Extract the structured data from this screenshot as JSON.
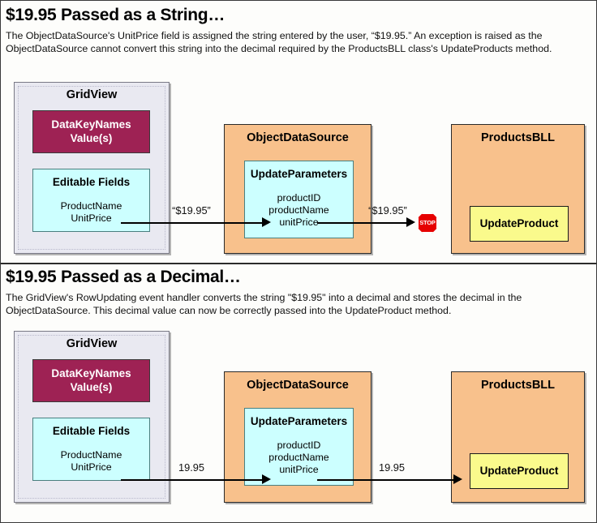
{
  "sections": [
    {
      "id": "string-case",
      "title": "$19.95 Passed as a String…",
      "description": "The ObjectDataSource's UnitPrice field is assigned the string entered by the user, “$19.95.” An exception is raised as the ObjectDataSource cannot convert this string into the decimal required by the ProductsBLL class's UpdateProducts method.",
      "gridview": {
        "title": "GridView",
        "datakeys": {
          "line1": "DataKeyNames",
          "line2": "Value(s)"
        },
        "editable": {
          "title": "Editable Fields",
          "fields": [
            "ProductName",
            "UnitPrice"
          ]
        }
      },
      "objectdatasource": {
        "title": "ObjectDataSource",
        "updateparameters": {
          "title": "UpdateParameters",
          "params": [
            "productID",
            "productName",
            "unitPrice"
          ]
        }
      },
      "productsbll": {
        "title": "ProductsBLL",
        "method": "UpdateProduct"
      },
      "arrows": [
        {
          "label": "“$19.95”",
          "from": "editable-fields",
          "to": "update-parameters"
        },
        {
          "label": "“$19.95”",
          "from": "update-parameters",
          "to": "stop-sign"
        }
      ],
      "stop_sign": {
        "label": "STOP",
        "present": true
      }
    },
    {
      "id": "decimal-case",
      "title": "$19.95 Passed as a Decimal…",
      "description": "The GridView's RowUpdating event handler converts the string \"$19.95\" into a decimal and stores the decimal in the ObjectDataSource. This decimal value can now be correctly passed into the UpdateProduct method.",
      "gridview": {
        "title": "GridView",
        "datakeys": {
          "line1": "DataKeyNames",
          "line2": "Value(s)"
        },
        "editable": {
          "title": "Editable Fields",
          "fields": [
            "ProductName",
            "UnitPrice"
          ]
        }
      },
      "objectdatasource": {
        "title": "ObjectDataSource",
        "updateparameters": {
          "title": "UpdateParameters",
          "params": [
            "productID",
            "productName",
            "unitPrice"
          ]
        }
      },
      "productsbll": {
        "title": "ProductsBLL",
        "method": "UpdateProduct"
      },
      "arrows": [
        {
          "label": "19.95",
          "from": "editable-fields",
          "to": "update-parameters"
        },
        {
          "label": "19.95",
          "from": "update-parameters",
          "to": "update-product"
        }
      ],
      "stop_sign": {
        "label": "STOP",
        "present": false
      }
    }
  ],
  "colors": {
    "gridview_fill": "#e9e9f1",
    "datakeys_fill": "#9e2254",
    "cyan_fill": "#ccffff",
    "orange_fill": "#f8c18c",
    "yellow_fill": "#fafa8c",
    "stop_fill": "#e60000",
    "outline": "#2a2a2a"
  }
}
